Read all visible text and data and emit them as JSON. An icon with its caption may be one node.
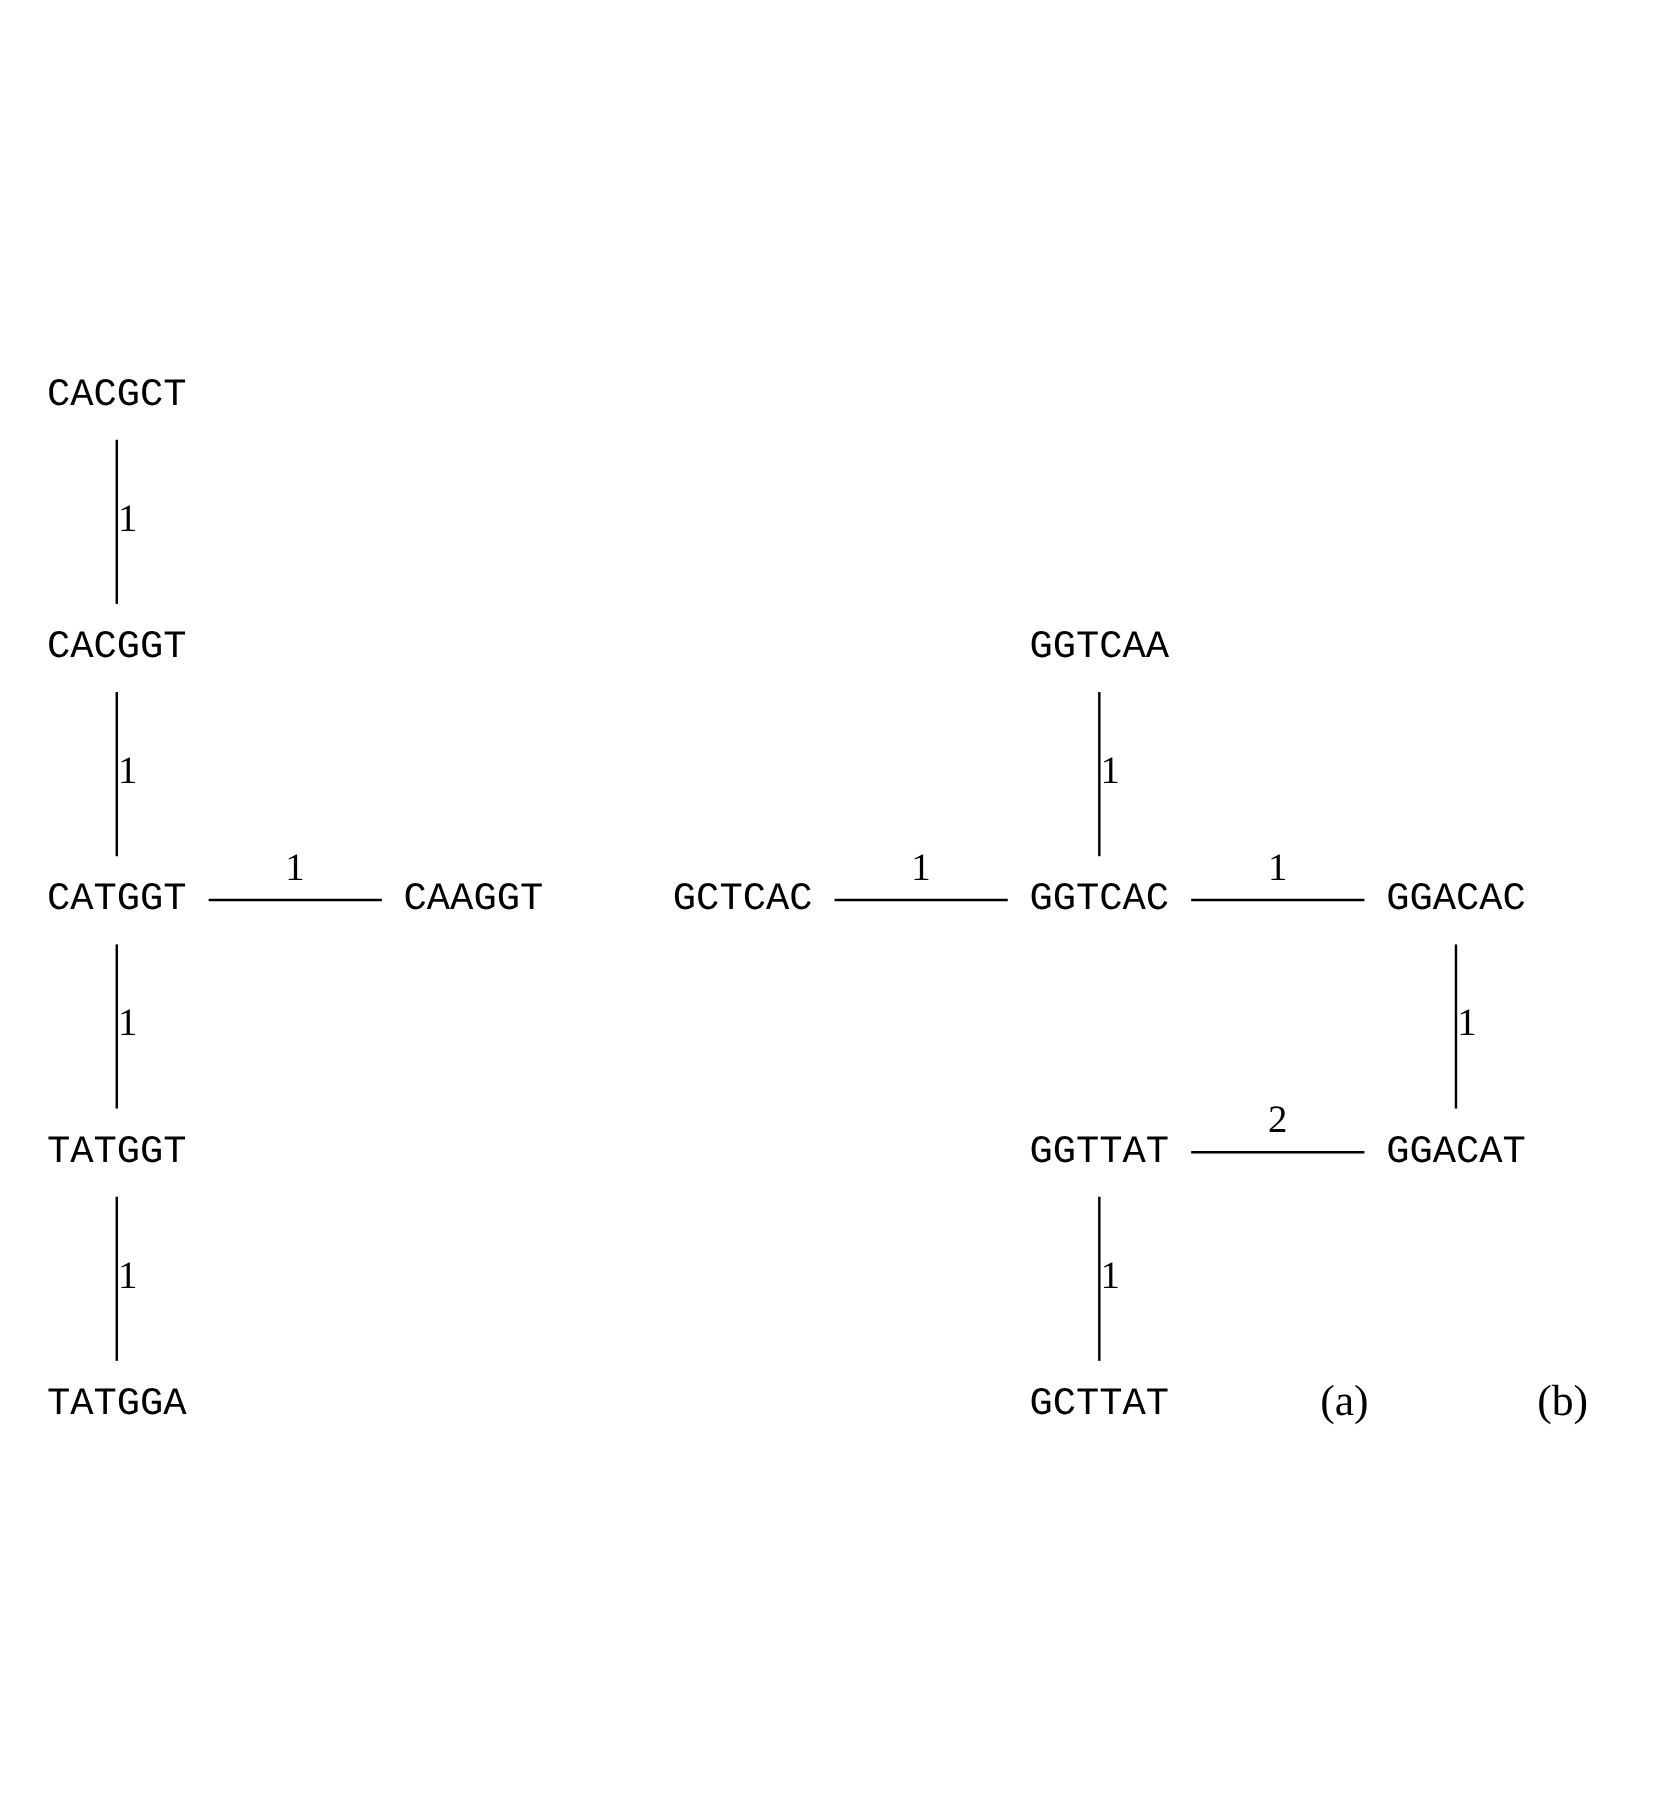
{
  "diagram": {
    "nodes": [
      {
        "text": [
          "CACGCT"
        ]
      },
      {
        "text": [
          "CACGGT"
        ]
      },
      {
        "text": [
          "CATGGT"
        ]
      },
      {
        "text": [
          "CAAGGT"
        ]
      },
      {
        "text": [
          "TATGGT"
        ]
      },
      {
        "text": [
          "TATGGA"
        ]
      },
      {
        "text": [
          "GGTCAA"
        ]
      },
      {
        "text": [
          "GCTCAC"
        ]
      },
      {
        "text": [
          "GGTCAC"
        ]
      },
      {
        "text": [
          "GGACAC"
        ]
      },
      {
        "text": [
          "GGTTAT"
        ]
      },
      {
        "text": [
          "GGACAT"
        ]
      },
      {
        "text": [
          "GCTTAT"
        ]
      }
    ],
    "edges": [
      {
        "from": 0,
        "to": 1,
        "arrow": "none",
        "label": "1"
      },
      {
        "from": 1,
        "to": 2,
        "arrow": "none",
        "label": "1"
      },
      {
        "from": 2,
        "to": 3,
        "arrow": "none",
        "label": "1"
      },
      {
        "from": 2,
        "to": 4,
        "arrow": "none",
        "label": "1"
      },
      {
        "from": 4,
        "to": 5,
        "arrow": "none",
        "label": "1"
      },
      {
        "from": 6,
        "to": 8,
        "arrow": "none",
        "label": "1"
      },
      {
        "from": 7,
        "to": 8,
        "arrow": "none",
        "label": "1"
      },
      {
        "from": 8,
        "to": 9,
        "arrow": "none",
        "label": "1"
      },
      {
        "from": 9,
        "to": 11,
        "arrow": "none",
        "label": "1"
      },
      {
        "from": 10,
        "to": 11,
        "arrow": "none",
        "label": "2"
      },
      {
        "from": 10,
        "to": 12,
        "arrow": "none",
        "label": "1"
      }
    ],
    "labels": [
      "(a)",
      "(b)"
    ]
  }
}
